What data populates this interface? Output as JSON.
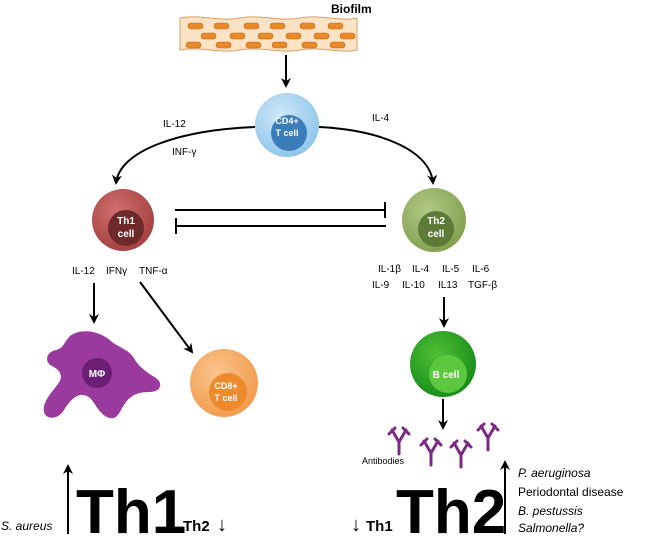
{
  "biofilm": {
    "label": "Biofilm"
  },
  "cells": {
    "cd4": {
      "line1": "CD4+",
      "line2": "T cell"
    },
    "th1": {
      "line1": "Th1",
      "line2": "cell"
    },
    "th2": {
      "line1": "Th2",
      "line2": "cell"
    },
    "macrophage": {
      "label": "MΦ"
    },
    "cd8": {
      "line1": "CD8+",
      "line2": "T cell"
    },
    "bcell": {
      "label": "B cell"
    }
  },
  "cytokines": {
    "il12_left": "IL-12",
    "infg": "INF-γ",
    "il4_right": "IL-4",
    "th1_output": [
      "IL-12",
      "IFNγ",
      "TNF-α"
    ],
    "th2_output_row1": [
      "IL-1β",
      "IL-4",
      "IL-5",
      "IL-6"
    ],
    "th2_output_row2": [
      "IL-9",
      "IL-10",
      "IL13",
      "TGF-β"
    ]
  },
  "antibodies": {
    "label": "Antibodies"
  },
  "bottom_left": {
    "pathogen": "S. aureus",
    "big": "Th1",
    "small": "Th2",
    "small_arrow": "↓"
  },
  "bottom_right": {
    "small_arrow": "↓",
    "small": "Th1",
    "big": "Th2",
    "conditions": [
      "P. aeruginosa",
      "Periodontal disease",
      "B. pestussis",
      "Salmonella?"
    ]
  },
  "colors": {
    "biofilm_fill": "#fde3c6",
    "bacteria": "#e8892a",
    "cd4_outer": "#9fd0ee",
    "cd4_inner": "#3a7db8",
    "th1_outer": "#b44a49",
    "th1_inner": "#6e2a2a",
    "th2_outer": "#90ad5c",
    "th2_inner": "#5d7a38",
    "macrophage": "#9b3a9e",
    "macrophage_nucleus": "#6a1f74",
    "cd8_outer": "#f4a55b",
    "cd8_inner": "#ee8a2e",
    "bcell_outer": "#1f9a22",
    "bcell_inner": "#5cc83f",
    "antibody": "#7a2a82"
  }
}
